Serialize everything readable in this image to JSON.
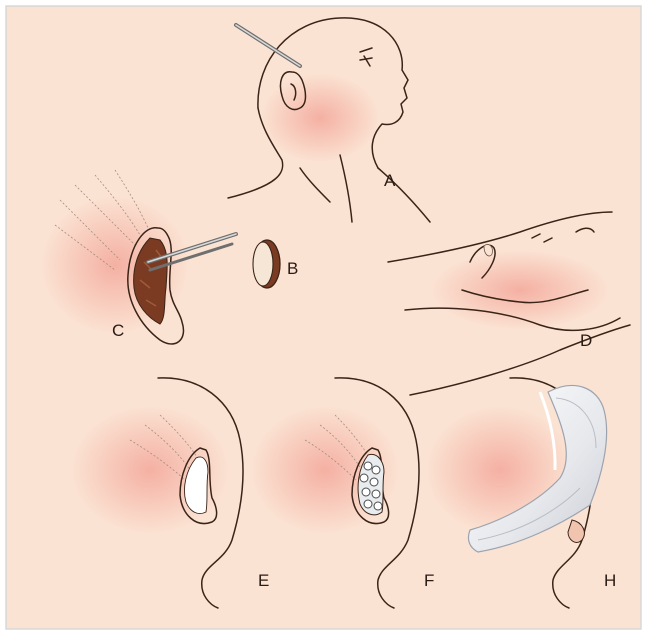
{
  "figure": {
    "labels": {
      "a": "A",
      "b": "B",
      "c": "C",
      "d": "D",
      "e": "E",
      "f": "F",
      "h": "H"
    },
    "colors": {
      "background": "#fbe3d3",
      "border": "#d8d8d8",
      "skin_blush": "#f3a79a",
      "line": "#3a2418",
      "graft_brown": "#7a3b22",
      "bandage": "#f3f4f6"
    }
  }
}
